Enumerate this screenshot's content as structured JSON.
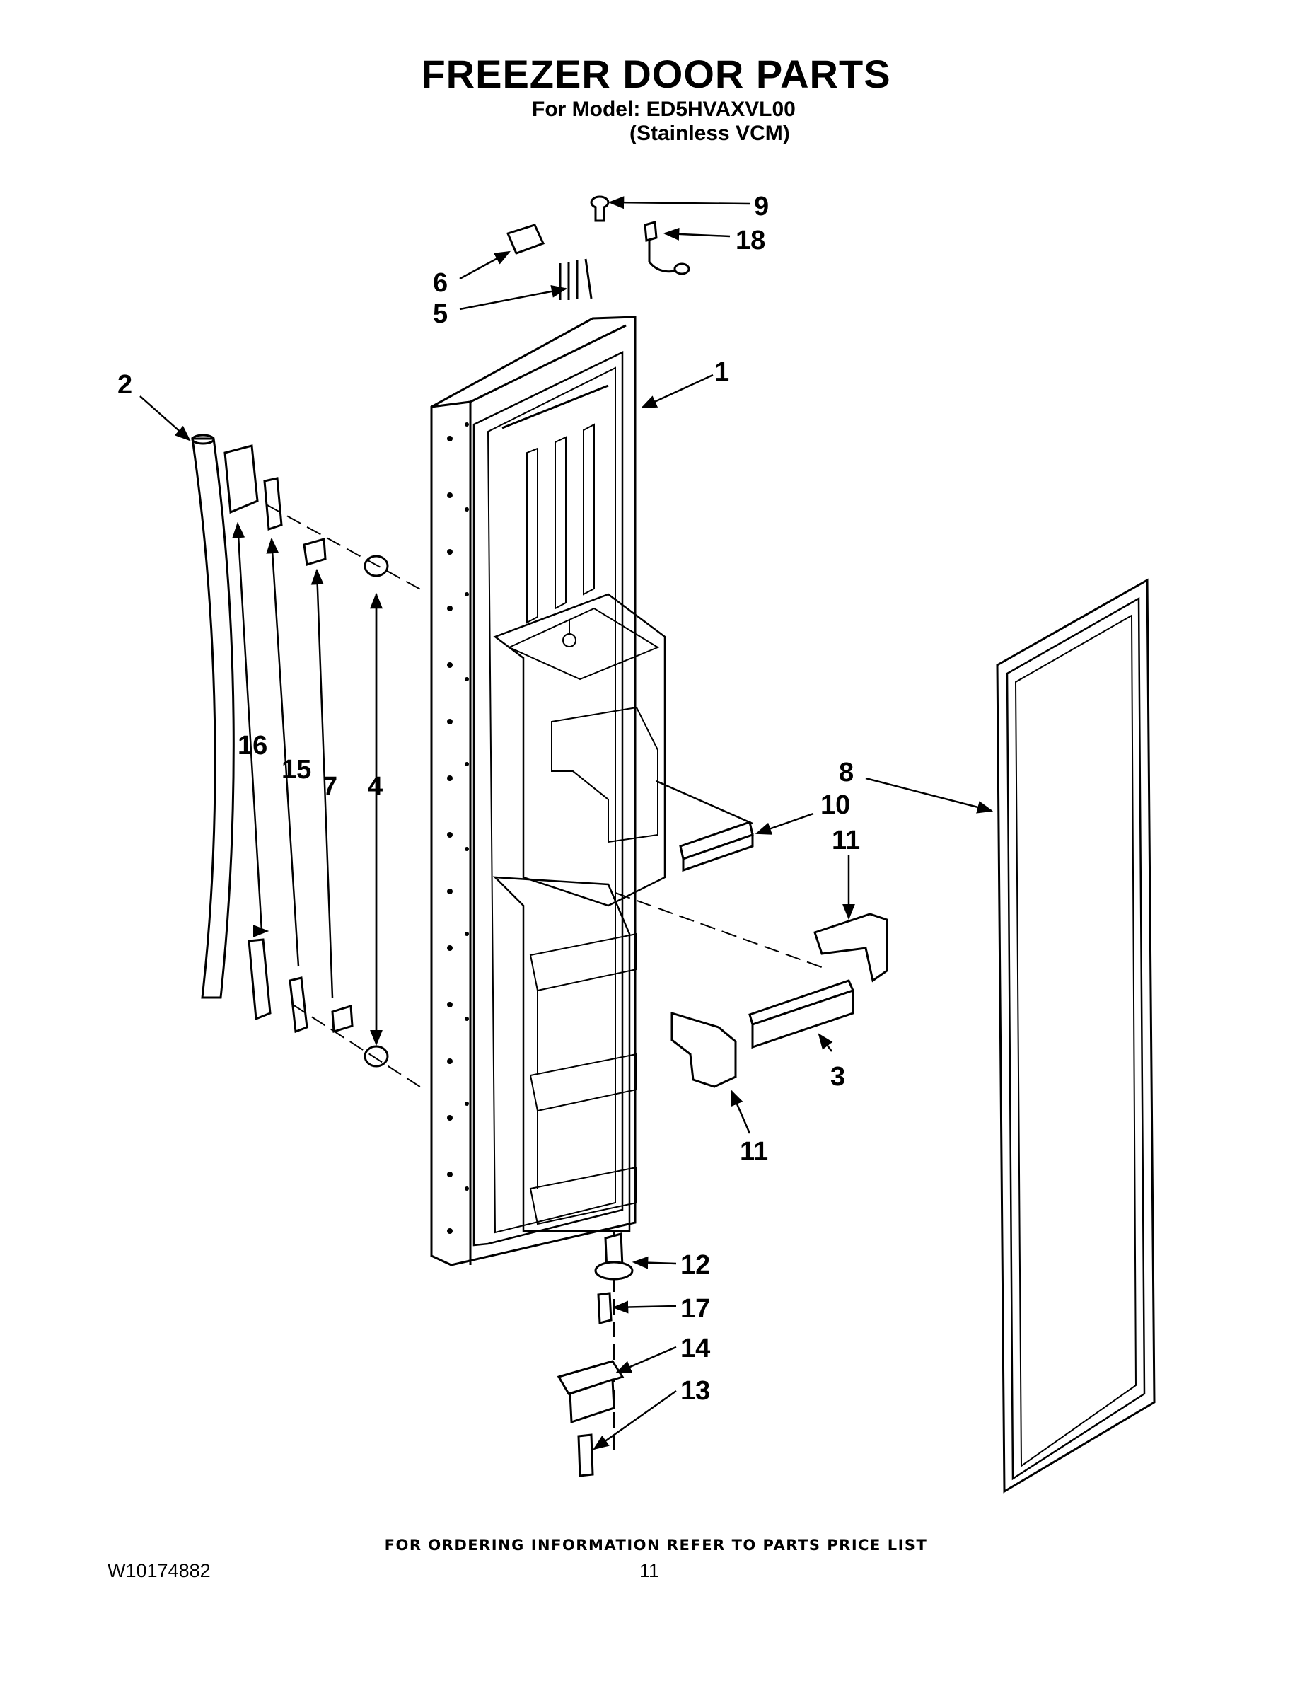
{
  "header": {
    "title": "FREEZER DOOR PARTS",
    "model_line": "For Model: ED5HVAXVL00",
    "finish_line": "(Stainless VCM)"
  },
  "callouts": [
    "9",
    "18",
    "6",
    "5",
    "1",
    "2",
    "16",
    "15",
    "7",
    "4",
    "8",
    "10",
    "11",
    "11",
    "3",
    "12",
    "17",
    "14",
    "13"
  ],
  "footer": {
    "ordering_note": "FOR ORDERING INFORMATION REFER TO PARTS PRICE LIST",
    "document_number": "W10174882",
    "page_number": "11"
  }
}
